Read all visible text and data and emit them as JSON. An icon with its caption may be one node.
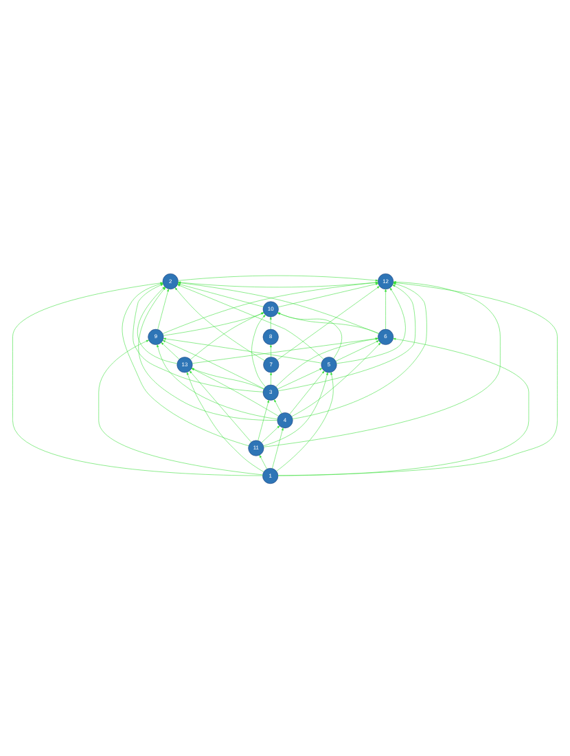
{
  "diagram": {
    "nodes": [
      {
        "text": [
          "2"
        ]
      },
      {
        "text": [
          "12"
        ]
      },
      {
        "text": [
          "10"
        ]
      },
      {
        "text": [
          "6"
        ]
      },
      {
        "text": [
          "8"
        ]
      },
      {
        "text": [
          "9"
        ]
      },
      {
        "text": [
          "5"
        ]
      },
      {
        "text": [
          "7"
        ]
      },
      {
        "text": [
          "13"
        ]
      },
      {
        "text": [
          "3"
        ]
      },
      {
        "text": [
          "4"
        ]
      },
      {
        "text": [
          "11"
        ]
      },
      {
        "text": [
          "1"
        ]
      }
    ],
    "edges": [
      {
        "from": 12,
        "to": 11,
        "arrow": "to"
      },
      {
        "from": 12,
        "to": 10,
        "arrow": "to"
      },
      {
        "from": 12,
        "to": 6,
        "arrow": "to"
      },
      {
        "from": 12,
        "to": 8,
        "arrow": "to"
      },
      {
        "from": 12,
        "to": 0,
        "arrow": "to"
      },
      {
        "from": 12,
        "to": 1,
        "arrow": "to"
      },
      {
        "from": 12,
        "to": 3,
        "arrow": "to"
      },
      {
        "from": 12,
        "to": 5,
        "arrow": "to"
      },
      {
        "from": 11,
        "to": 10,
        "arrow": "to"
      },
      {
        "from": 11,
        "to": 9,
        "arrow": "to"
      },
      {
        "from": 11,
        "to": 6,
        "arrow": "to"
      },
      {
        "from": 11,
        "to": 8,
        "arrow": "to"
      },
      {
        "from": 11,
        "to": 0,
        "arrow": "to"
      },
      {
        "from": 11,
        "to": 1,
        "arrow": "to"
      },
      {
        "from": 10,
        "to": 9,
        "arrow": "to"
      },
      {
        "from": 10,
        "to": 6,
        "arrow": "to"
      },
      {
        "from": 10,
        "to": 8,
        "arrow": "to"
      },
      {
        "from": 10,
        "to": 3,
        "arrow": "to"
      },
      {
        "from": 10,
        "to": 5,
        "arrow": "to"
      },
      {
        "from": 10,
        "to": 0,
        "arrow": "to"
      },
      {
        "from": 10,
        "to": 1,
        "arrow": "to"
      },
      {
        "from": 9,
        "to": 7,
        "arrow": "to"
      },
      {
        "from": 9,
        "to": 6,
        "arrow": "to"
      },
      {
        "from": 9,
        "to": 8,
        "arrow": "to"
      },
      {
        "from": 9,
        "to": 3,
        "arrow": "to"
      },
      {
        "from": 9,
        "to": 5,
        "arrow": "to"
      },
      {
        "from": 9,
        "to": 0,
        "arrow": "to"
      },
      {
        "from": 9,
        "to": 1,
        "arrow": "to"
      },
      {
        "from": 9,
        "to": 2,
        "arrow": "to"
      },
      {
        "from": 7,
        "to": 4,
        "arrow": "to"
      },
      {
        "from": 7,
        "to": 0,
        "arrow": "to"
      },
      {
        "from": 7,
        "to": 1,
        "arrow": "to"
      },
      {
        "from": 6,
        "to": 3,
        "arrow": "to"
      },
      {
        "from": 6,
        "to": 5,
        "arrow": "to"
      },
      {
        "from": 6,
        "to": 2,
        "arrow": "to"
      },
      {
        "from": 6,
        "to": 1,
        "arrow": "to"
      },
      {
        "from": 6,
        "to": 0,
        "arrow": "to"
      },
      {
        "from": 8,
        "to": 5,
        "arrow": "to"
      },
      {
        "from": 8,
        "to": 3,
        "arrow": "to"
      },
      {
        "from": 8,
        "to": 2,
        "arrow": "to"
      },
      {
        "from": 8,
        "to": 0,
        "arrow": "to"
      },
      {
        "from": 3,
        "to": 0,
        "arrow": "to"
      },
      {
        "from": 3,
        "to": 2,
        "arrow": "to"
      },
      {
        "from": 3,
        "to": 1,
        "arrow": "to"
      },
      {
        "from": 5,
        "to": 1,
        "arrow": "to"
      },
      {
        "from": 5,
        "to": 2,
        "arrow": "to"
      },
      {
        "from": 5,
        "to": 0,
        "arrow": "to"
      },
      {
        "from": 4,
        "to": 2,
        "arrow": "to"
      },
      {
        "from": 2,
        "to": 0,
        "arrow": "to"
      },
      {
        "from": 2,
        "to": 1,
        "arrow": "to"
      },
      {
        "from": 0,
        "to": 1,
        "arrow": "to"
      },
      {
        "from": 1,
        "to": 0,
        "arrow": "to"
      }
    ]
  }
}
